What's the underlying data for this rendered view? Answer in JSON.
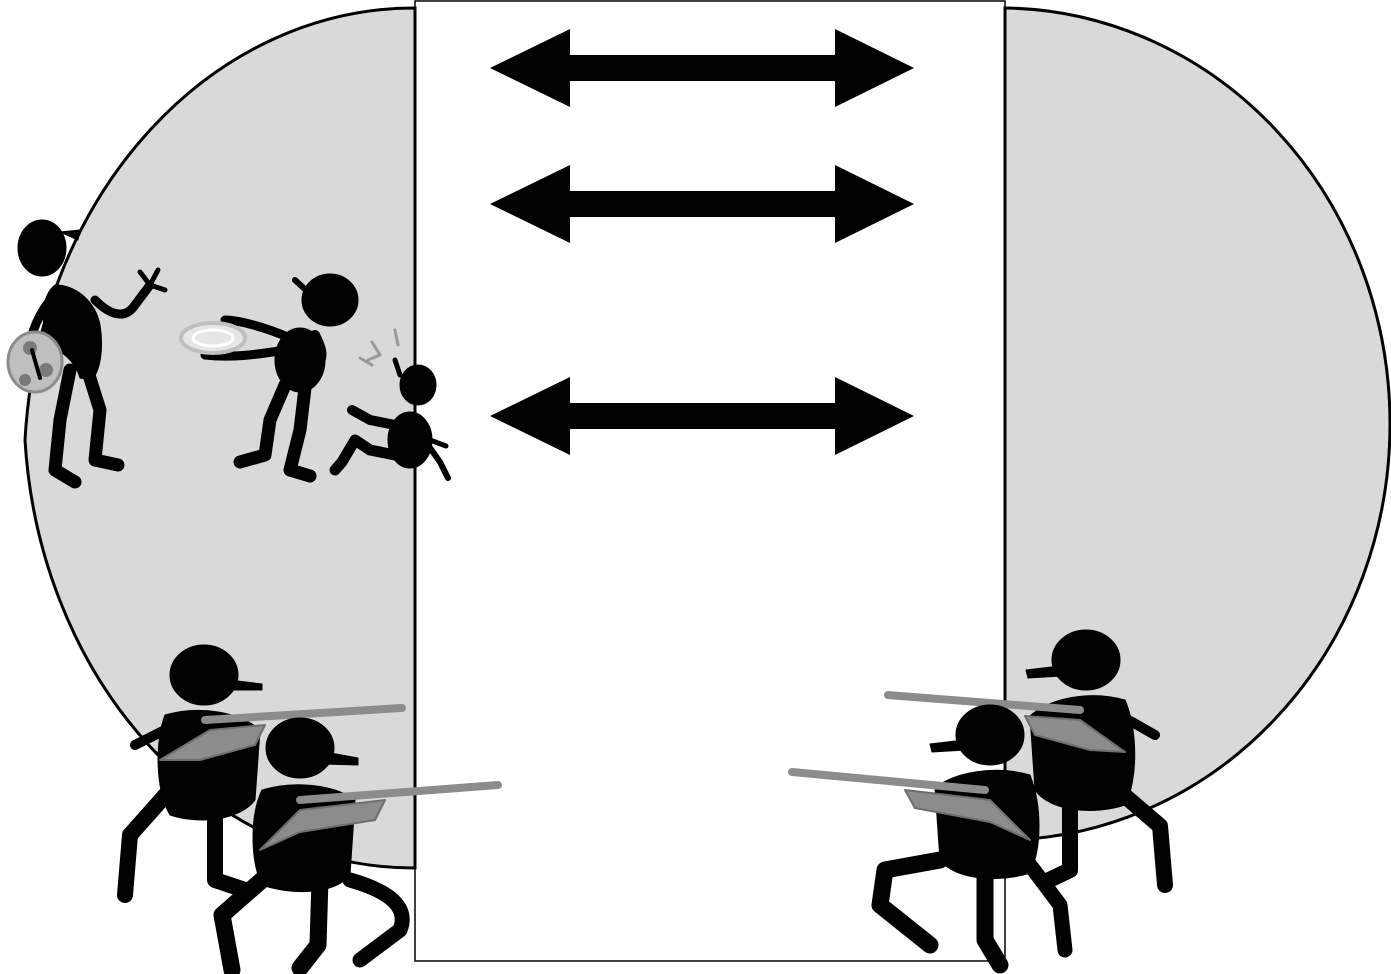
{
  "scene": {
    "background": "#ffffff",
    "zone_fill": "#d9d9d9",
    "ink": "#000000",
    "rifle_color": "#8c8c8c",
    "ball_color": "#bfbfbf",
    "icons": {
      "arrow": "double-headed-arrow",
      "soccer_player": "stick-figure-with-soccer-ball",
      "frisbee_player": "stick-figure-throwing-frisbee",
      "fallen_player": "stick-figure-falling",
      "shooter": "kneeling-stick-figure-with-rifle"
    }
  }
}
